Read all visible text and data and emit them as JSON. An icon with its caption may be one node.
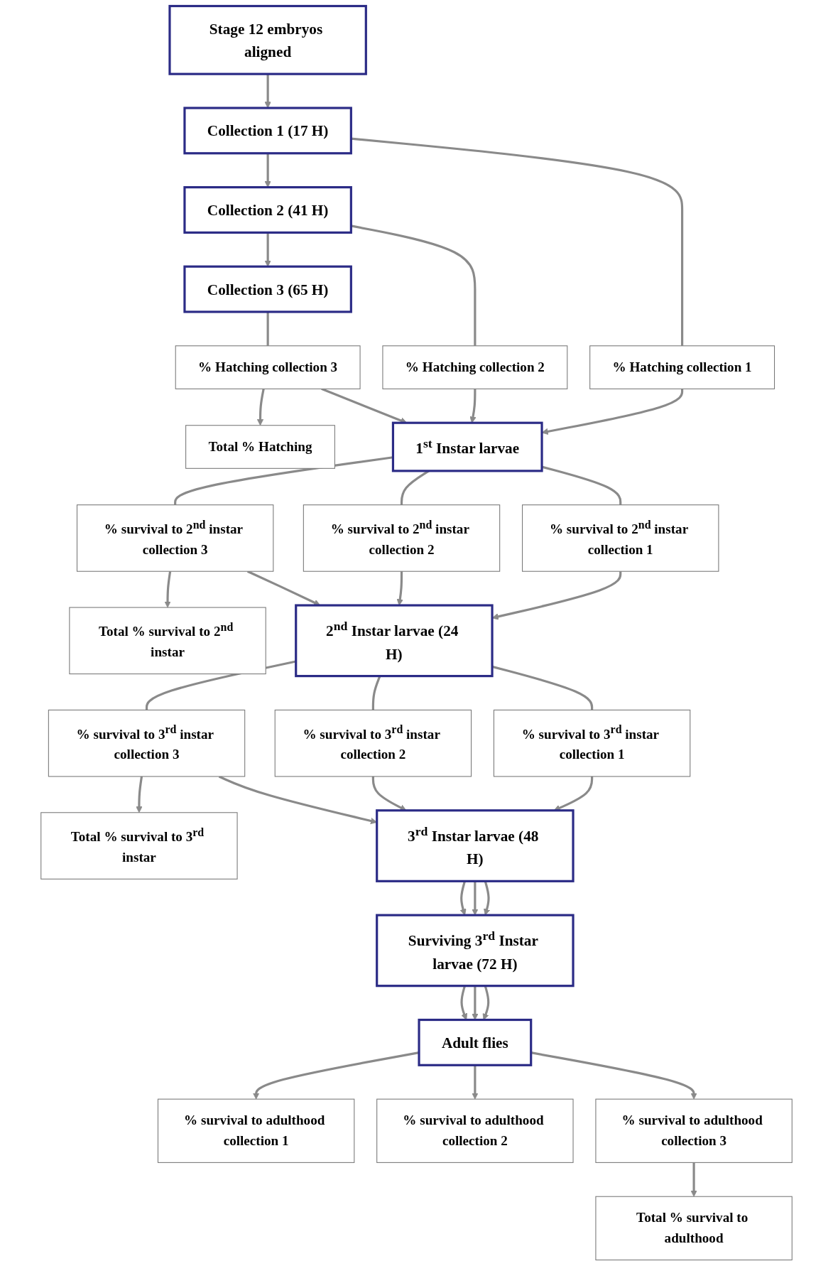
{
  "diagram": {
    "nodes": [
      {
        "text": [
          "Stage 12 embryos aligned"
        ]
      },
      {
        "text": [
          "Collection 1 (17 H)"
        ]
      },
      {
        "text": [
          "Collection 2 (41 H)"
        ]
      },
      {
        "text": [
          "Collection 3 (65 H)"
        ]
      },
      {
        "text": [
          "% Hatching collection 1"
        ]
      },
      {
        "text": [
          "% Hatching collection 2"
        ]
      },
      {
        "text": [
          "% Hatching collection 3"
        ]
      },
      {
        "text": [
          "Total % Hatching"
        ]
      },
      {
        "text": [
          "1$^{st}$ Instar larvae"
        ]
      },
      {
        "text": [
          "% survival to 2$^{nd}$ instar collection 1"
        ]
      },
      {
        "text": [
          "% survival to 2$^{nd}$ instar collection 2"
        ]
      },
      {
        "text": [
          "% survival to 2$^{nd}$ instar collection 3"
        ]
      },
      {
        "text": [
          "Total % survival to 2$^{nd}$ instar"
        ]
      },
      {
        "text": [
          "2$^{nd}$ Instar larvae (24 H)"
        ]
      },
      {
        "text": [
          "% survival to 3$^{rd}$ instar collection 1"
        ]
      },
      {
        "text": [
          "% survival to 3$^{rd}$ instar collection 2"
        ]
      },
      {
        "text": [
          "% survival to 3$^{rd}$ instar collection 3"
        ]
      },
      {
        "text": [
          "Total % survival to 3$^{rd}$ instar"
        ]
      },
      {
        "text": [
          "3$^{rd}$ Instar larvae (48 H)"
        ]
      },
      {
        "text": [
          "Surviving 3$^{rd}$ Instar larvae (72 H)"
        ]
      },
      {
        "text": [
          "Adult flies"
        ]
      },
      {
        "text": [
          "% survival to adulthood collection 1"
        ]
      },
      {
        "text": [
          "% survival to adulthood collection 2"
        ]
      },
      {
        "text": [
          "% survival to adulthood collection 3"
        ]
      },
      {
        "text": [
          "Total % survival to adulthood"
        ]
      }
    ],
    "edges": [
      {
        "from": 0,
        "to": 1,
        "arrow": "to"
      },
      {
        "from": 1,
        "to": 2,
        "arrow": "to"
      },
      {
        "from": 2,
        "to": 3,
        "arrow": "to"
      },
      {
        "from": 1,
        "to": 4,
        "arrow": "none"
      },
      {
        "from": 2,
        "to": 5,
        "arrow": "none"
      },
      {
        "from": 3,
        "to": 6,
        "arrow": "none"
      },
      {
        "from": 6,
        "to": 7,
        "arrow": "to"
      },
      {
        "from": 4,
        "to": 8,
        "arrow": "to"
      },
      {
        "from": 5,
        "to": 8,
        "arrow": "to"
      },
      {
        "from": 6,
        "to": 8,
        "arrow": "to"
      },
      {
        "from": 8,
        "to": 9,
        "arrow": "none"
      },
      {
        "from": 8,
        "to": 10,
        "arrow": "none"
      },
      {
        "from": 8,
        "to": 11,
        "arrow": "none"
      },
      {
        "from": 11,
        "to": 12,
        "arrow": "to"
      },
      {
        "from": 9,
        "to": 13,
        "arrow": "to"
      },
      {
        "from": 10,
        "to": 13,
        "arrow": "to"
      },
      {
        "from": 11,
        "to": 13,
        "arrow": "to"
      },
      {
        "from": 13,
        "to": 14,
        "arrow": "none"
      },
      {
        "from": 13,
        "to": 15,
        "arrow": "none"
      },
      {
        "from": 13,
        "to": 16,
        "arrow": "none"
      },
      {
        "from": 16,
        "to": 17,
        "arrow": "to"
      },
      {
        "from": 14,
        "to": 18,
        "arrow": "to"
      },
      {
        "from": 15,
        "to": 18,
        "arrow": "to"
      },
      {
        "from": 16,
        "to": 18,
        "arrow": "to"
      },
      {
        "from": 18,
        "to": 19,
        "arrow": "to"
      },
      {
        "from": 18,
        "to": 19,
        "arrow": "to"
      },
      {
        "from": 18,
        "to": 19,
        "arrow": "to"
      },
      {
        "from": 19,
        "to": 20,
        "arrow": "to"
      },
      {
        "from": 19,
        "to": 20,
        "arrow": "to"
      },
      {
        "from": 19,
        "to": 20,
        "arrow": "to"
      },
      {
        "from": 20,
        "to": 21,
        "arrow": "to"
      },
      {
        "from": 20,
        "to": 22,
        "arrow": "to"
      },
      {
        "from": 20,
        "to": 23,
        "arrow": "to"
      },
      {
        "from": 23,
        "to": 24,
        "arrow": "to"
      }
    ]
  }
}
